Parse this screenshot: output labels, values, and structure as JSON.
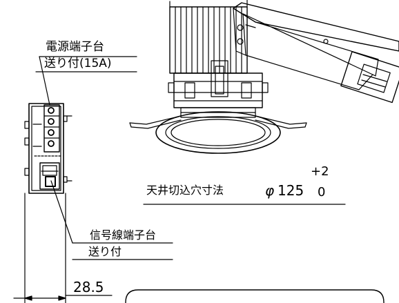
{
  "labels": {
    "power_terminal_title": "電源端子台",
    "power_terminal_sub": "送り付(15A)",
    "signal_terminal_title": "信号線端子台",
    "signal_terminal_sub": "送り付",
    "ceiling_cut_label": "天井切込穴寸法",
    "ceiling_cut_symbol": "φ",
    "ceiling_cut_value": "125",
    "ceiling_cut_tol_upper": "+2",
    "ceiling_cut_tol_lower": "0",
    "width_dimension": "28.5"
  },
  "colors": {
    "line": "#000000",
    "background": "#ffffff"
  }
}
